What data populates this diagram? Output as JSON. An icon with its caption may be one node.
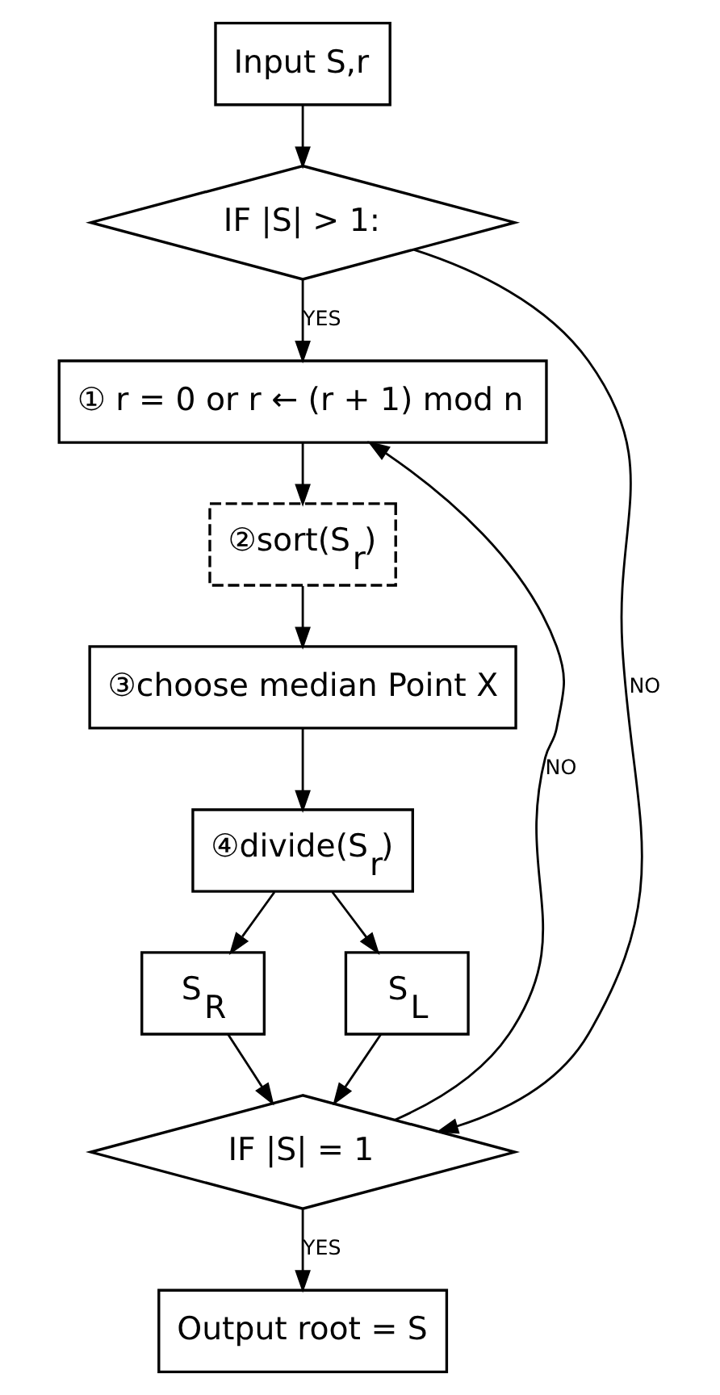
{
  "diagram": {
    "nodes": [
      {
        "text": [
          "Input S,r"
        ]
      },
      {
        "text": [
          "IF |S| > 1:"
        ]
      },
      {
        "text": [
          "① r = 0 or r ← (r + 1) mod n"
        ]
      },
      {
        "text": [
          "②sort(S$_{r}$)"
        ]
      },
      {
        "text": [
          "③choose median Point X"
        ]
      },
      {
        "text": [
          "④divide(S$_{r}$)"
        ]
      },
      {
        "text": [
          "S$_{R}$"
        ]
      },
      {
        "text": [
          "S$_{L}$"
        ]
      },
      {
        "text": [
          "IF |S| = 1"
        ]
      },
      {
        "text": [
          "Output root = S"
        ]
      }
    ],
    "edges": [
      {
        "from": 0,
        "to": 1,
        "arrow": "to"
      },
      {
        "from": 1,
        "to": 2,
        "arrow": "to",
        "label": "YES"
      },
      {
        "from": 1,
        "to": 8,
        "arrow": "to",
        "label": "NO"
      },
      {
        "from": 2,
        "to": 3,
        "arrow": "to"
      },
      {
        "from": 3,
        "to": 4,
        "arrow": "to"
      },
      {
        "from": 4,
        "to": 5,
        "arrow": "to"
      },
      {
        "from": 5,
        "to": 6,
        "arrow": "to"
      },
      {
        "from": 5,
        "to": 7,
        "arrow": "to"
      },
      {
        "from": 6,
        "to": 8,
        "arrow": "to"
      },
      {
        "from": 7,
        "to": 8,
        "arrow": "to"
      },
      {
        "from": 8,
        "to": 2,
        "arrow": "to",
        "label": "NO"
      },
      {
        "from": 8,
        "to": 9,
        "arrow": "to",
        "label": "YES"
      }
    ]
  }
}
